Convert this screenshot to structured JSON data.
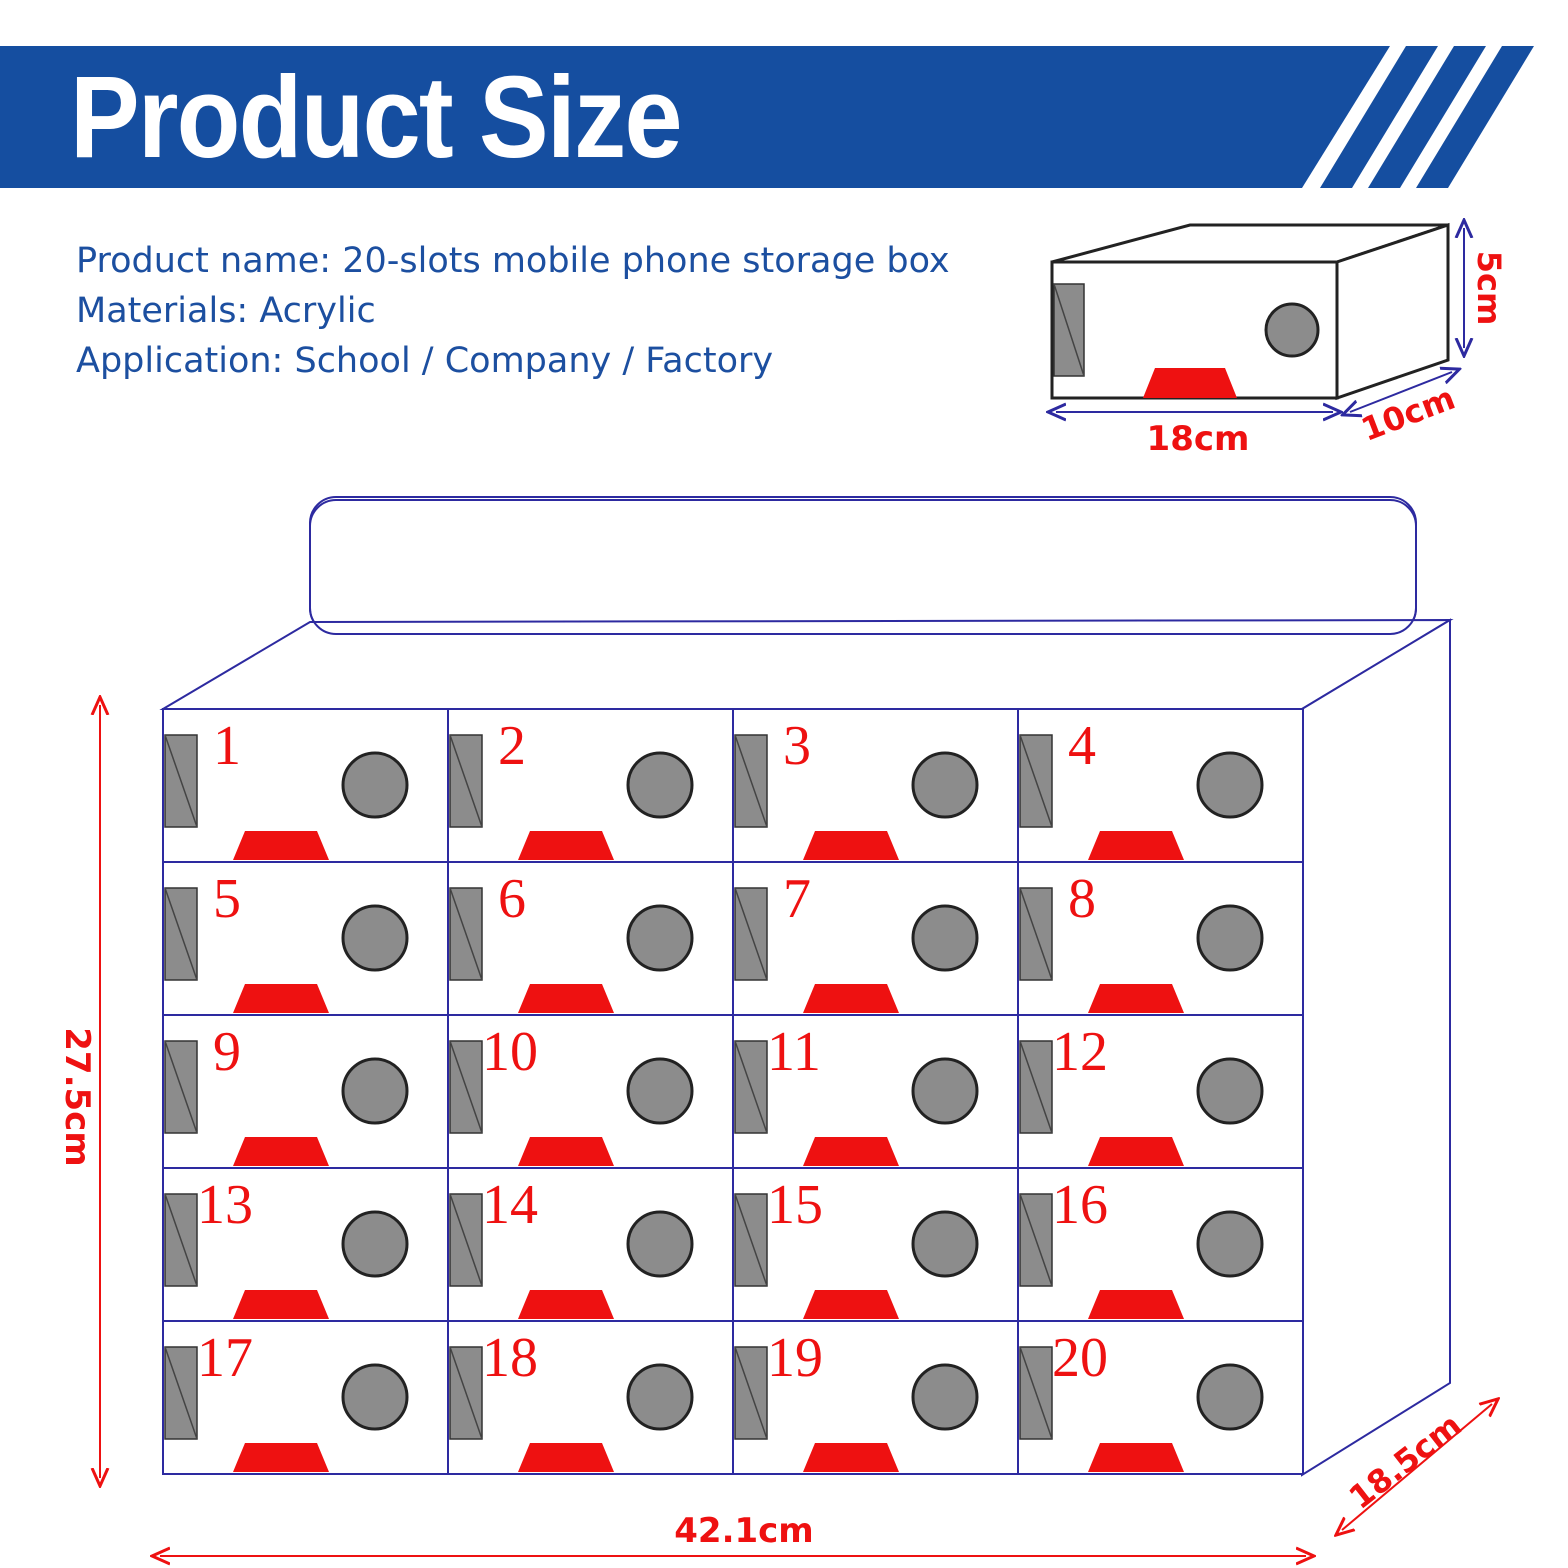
{
  "title": "Product Size",
  "specs": [
    "Product name: 20-slots mobile phone storage box",
    "Materials: Acrylic",
    "Application: School / Company / Factory"
  ],
  "single_box": {
    "width_label": "18cm",
    "depth_label": "10cm",
    "height_label": "5cm"
  },
  "cabinet": {
    "height_label": "27.5cm",
    "width_label": "42.1cm",
    "depth_label": "18.5cm",
    "rows": 5,
    "cols": 4,
    "slot_numbers": [
      "1",
      "2",
      "3",
      "4",
      "5",
      "6",
      "7",
      "8",
      "9",
      "10",
      "11",
      "12",
      "13",
      "14",
      "15",
      "16",
      "17",
      "18",
      "19",
      "20"
    ]
  },
  "colors": {
    "banner_blue": "#154ea0",
    "text_blue": "#1c4fa0",
    "accent_red": "#ee1111",
    "outline_navy": "#2d2aa0",
    "knob_gray": "#8c8c8c"
  }
}
